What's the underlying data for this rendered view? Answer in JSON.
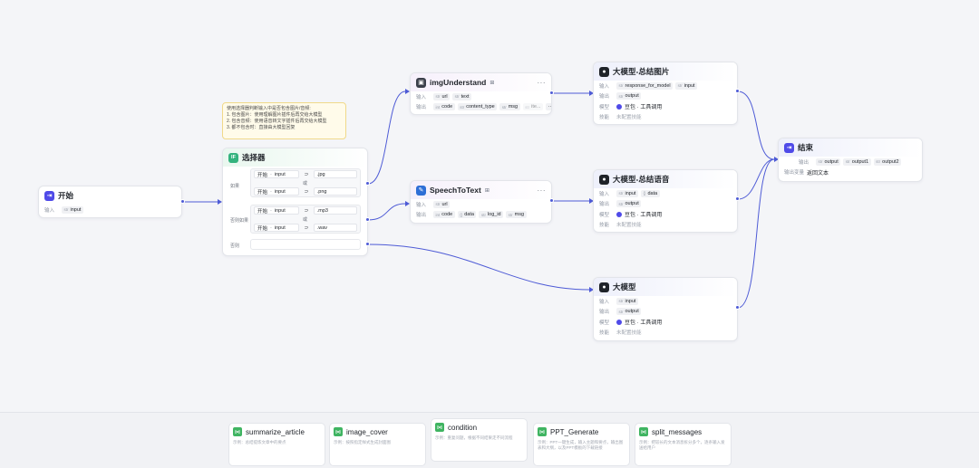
{
  "colors": {
    "accent": "#4f4ae8",
    "edge": "#4e5bd6",
    "plugin": "#3fb461",
    "note_bg": "#fffbea"
  },
  "nodes": {
    "start": {
      "title": "开始",
      "in_label": "输入",
      "param_type": "str",
      "param": "input"
    },
    "note": {
      "lines": [
        "使用选择器判断输入中是否包含图片/音频:",
        "1. 包含图片：使用理解图片插件后再交给大模型",
        "2. 包含音频：使用语音转文字插件后再交给大模型",
        "3. 都不包含时：直接由大模型回复"
      ]
    },
    "selector": {
      "title": "选择器",
      "if_label": "如果",
      "elseif_label": "否则如果",
      "else_label": "否则",
      "or_label": "或",
      "conditions": [
        {
          "left": "开始",
          "var": "input",
          "op": "⊃",
          "value": ".jpg"
        },
        {
          "left": "开始",
          "var": "input",
          "op": "⊃",
          "value": ".png"
        },
        {
          "left": "开始",
          "var": "input",
          "op": "⊃",
          "value": ".mp3"
        },
        {
          "left": "开始",
          "var": "input",
          "op": "⊃",
          "value": ".wav"
        }
      ]
    },
    "img": {
      "title": "imgUnderstand",
      "in_label": "输入",
      "out_label": "输出",
      "inputs": [
        {
          "t": "str",
          "n": "url"
        },
        {
          "t": "str",
          "n": "text"
        }
      ],
      "outputs": [
        {
          "t": "int",
          "n": "code"
        },
        {
          "t": "str",
          "n": "content_type"
        },
        {
          "t": "str",
          "n": "msg"
        },
        {
          "t": "str",
          "n": "ite..."
        }
      ]
    },
    "speech": {
      "title": "SpeechToText",
      "in_label": "输入",
      "out_label": "输出",
      "inputs": [
        {
          "t": "str",
          "n": "url"
        }
      ],
      "outputs": [
        {
          "t": "int",
          "n": "code"
        },
        {
          "t": "{}",
          "n": "data"
        },
        {
          "t": "str",
          "n": "log_id"
        },
        {
          "t": "str",
          "n": "msg"
        }
      ]
    },
    "llm1": {
      "title": "大模型-总结图片",
      "in_label": "输入",
      "out_label": "输出",
      "model_label": "模型",
      "skill_label": "技能",
      "inputs": [
        {
          "t": "str",
          "n": "response_for_model"
        },
        {
          "t": "str",
          "n": "input"
        }
      ],
      "output": {
        "t": "str",
        "n": "output"
      },
      "model": "豆包 · 工具调用",
      "skill": "未配置技能"
    },
    "llm2": {
      "title": "大模型-总结语音",
      "in_label": "输入",
      "out_label": "输出",
      "model_label": "模型",
      "skill_label": "技能",
      "inputs": [
        {
          "t": "str",
          "n": "input"
        },
        {
          "t": "{}",
          "n": "data"
        }
      ],
      "output": {
        "t": "str",
        "n": "output"
      },
      "model": "豆包 · 工具调用",
      "skill": "未配置技能"
    },
    "llm3": {
      "title": "大模型",
      "in_label": "输入",
      "out_label": "输出",
      "model_label": "模型",
      "skill_label": "技能",
      "inputs": [
        {
          "t": "str",
          "n": "input"
        }
      ],
      "output": {
        "t": "str",
        "n": "output"
      },
      "model": "豆包 · 工具调用",
      "skill": "未配置技能"
    },
    "end": {
      "title": "结束",
      "out_label": "输出",
      "out_var_label": "输出变量",
      "reply_label": "返回文本",
      "outputs": [
        {
          "t": "str",
          "n": "output"
        },
        {
          "t": "str",
          "n": "output1"
        },
        {
          "t": "str",
          "n": "output2"
        }
      ]
    }
  },
  "plugins": [
    {
      "title": "summarize_article",
      "desc": "示例：总结提炼文章中的要点"
    },
    {
      "title": "image_cover",
      "desc": "示例：按照指定样式生成封面图"
    },
    {
      "title": "condition",
      "desc": "示例：重复问题，根据不同结果走不同流程"
    },
    {
      "title": "PPT_Generate",
      "desc": "示例：PPT一键生成，输入主题和要点，输出图表和大纲，以及PPT模板的下载链接"
    },
    {
      "title": "split_messages",
      "desc": "示例：把较长的文本消息拆分多个，逐条输入发送给用户"
    }
  ]
}
